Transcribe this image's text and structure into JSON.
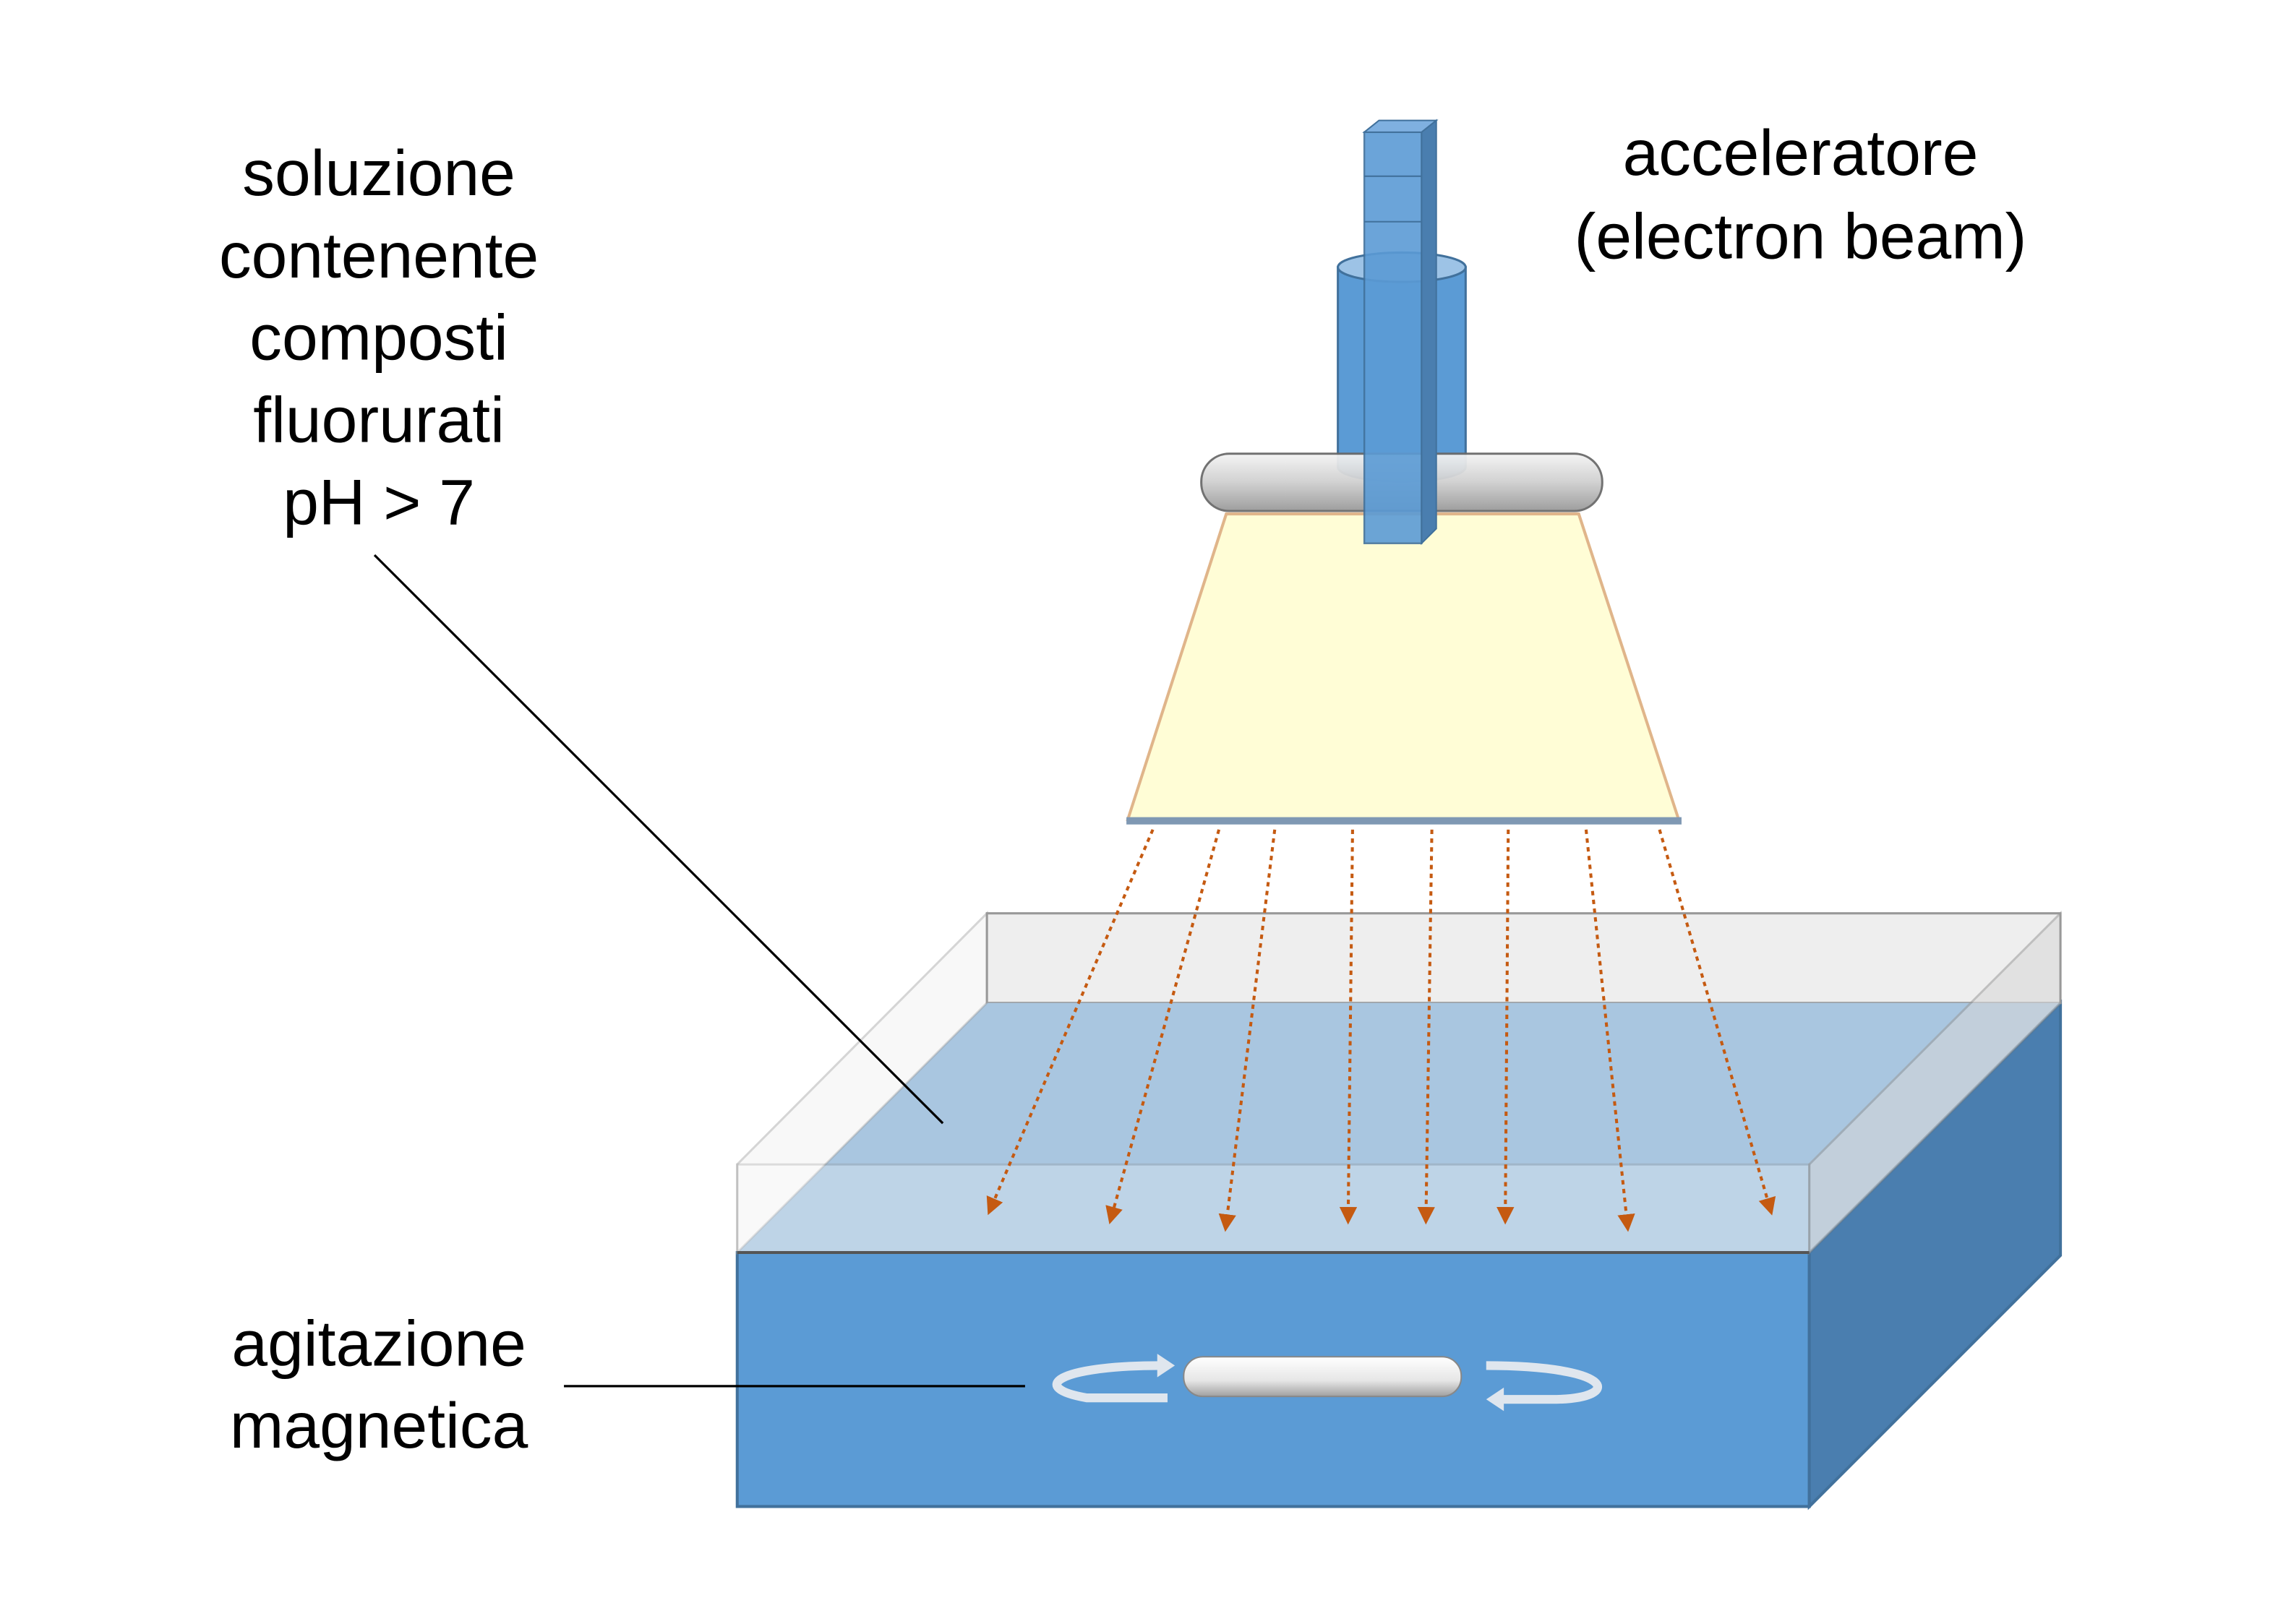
{
  "labels": {
    "solution": [
      "soluzione",
      "contenente",
      "composti",
      "fluorurati",
      "pH > 7"
    ],
    "accelerator": [
      "acceleratore",
      "(electron beam)"
    ],
    "stirring": [
      "agitazione",
      "magnetica"
    ]
  },
  "colors": {
    "blue": "#5b9bd5",
    "dark_blue": "#4a7eaf",
    "water": "#a9c6e0",
    "beam": "#fffdd6",
    "arrow": "#c55a11"
  }
}
